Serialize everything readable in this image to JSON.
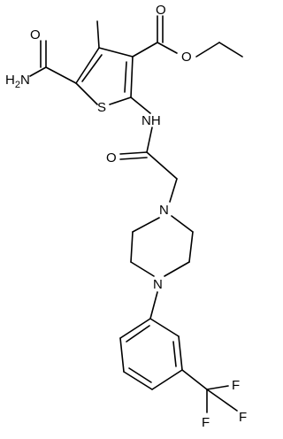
{
  "molecule": {
    "atoms": {
      "O_carbonyl_ester": "O",
      "O_ether_ester": "O",
      "N_amide_h2": "H2N",
      "O_primary_amide": "O",
      "S_thiophene": "S",
      "N_nh": "NH",
      "O_acetamide": "O",
      "N_piperazine_top": "N",
      "N_piperazine_bottom": "N",
      "F_top": "F",
      "F_right": "F",
      "F_bottom": "F"
    },
    "colors": {
      "bond": "#000000",
      "text": "#000000",
      "background": "#ffffff"
    }
  }
}
